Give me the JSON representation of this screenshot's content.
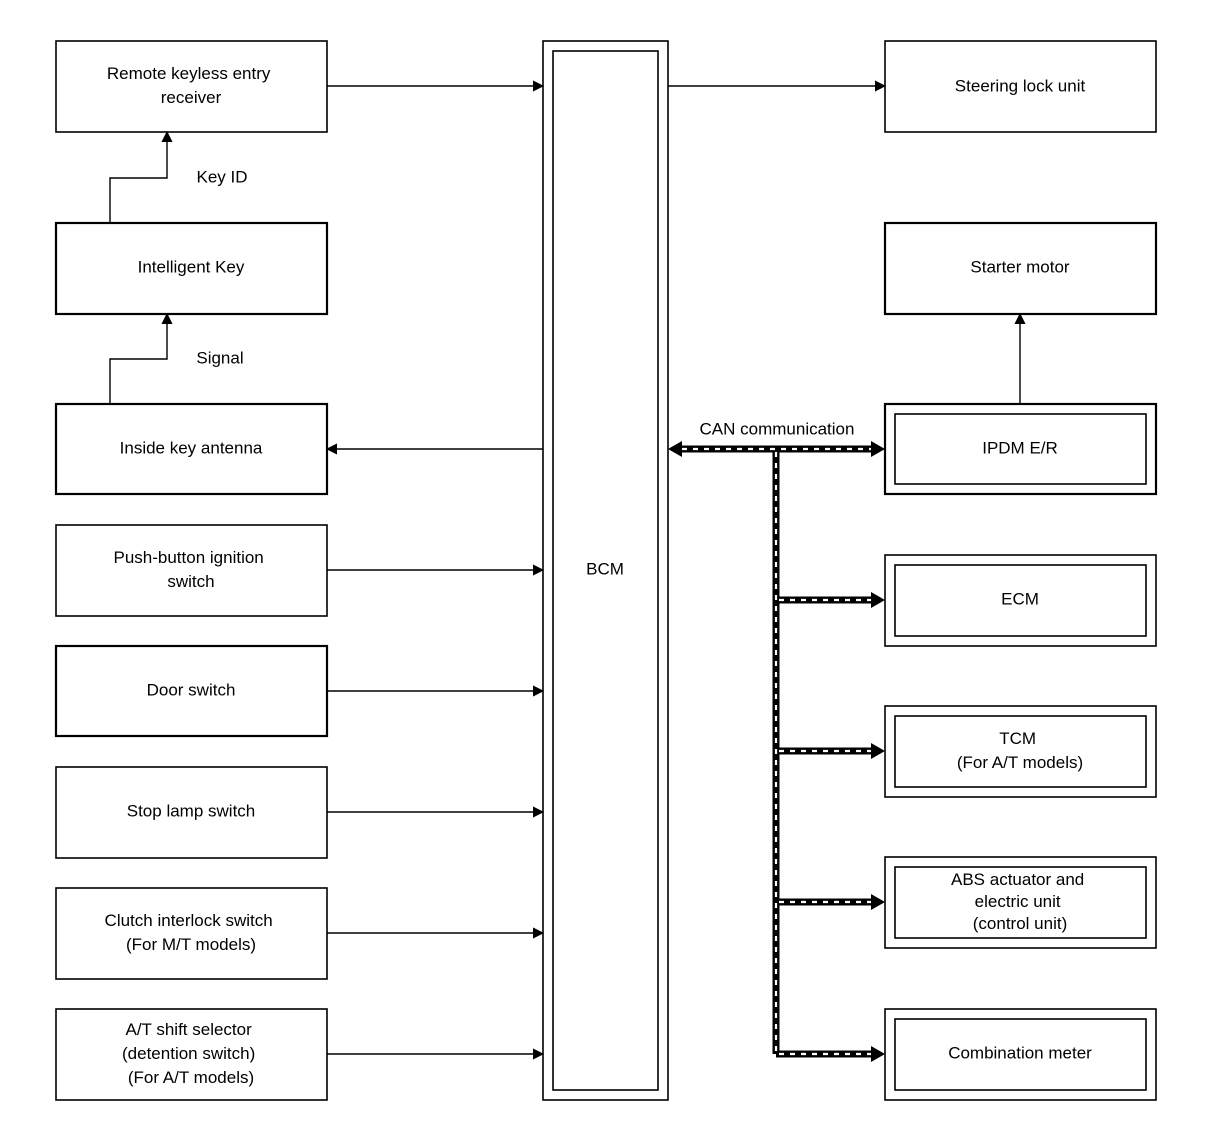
{
  "left_boxes": {
    "remote_keyless": [
      "Remote keyless entry",
      "receiver"
    ],
    "intelligent_key": [
      "Intelligent Key"
    ],
    "inside_key_antenna": [
      "Inside key antenna"
    ],
    "push_button": [
      "Push-button ignition",
      "switch"
    ],
    "door_switch": [
      "Door switch"
    ],
    "stop_lamp": [
      "Stop lamp switch"
    ],
    "clutch_interlock": [
      "Clutch interlock switch",
      "(For M/T models)"
    ],
    "at_shift": [
      "A/T shift selector",
      "(detention switch)",
      "(For A/T models)"
    ]
  },
  "center": {
    "bcm": "BCM"
  },
  "right_boxes": {
    "steering_lock": [
      "Steering lock unit"
    ],
    "starter_motor": [
      "Starter motor"
    ],
    "ipdm": [
      "IPDM E/R"
    ],
    "ecm": [
      "ECM"
    ],
    "tcm": [
      "TCM",
      "(For A/T models)"
    ],
    "abs": [
      "ABS actuator and",
      "electric unit",
      "(control unit)"
    ],
    "combination_meter": [
      "Combination meter"
    ]
  },
  "signal_labels": {
    "key_id": "Key ID",
    "signal": "Signal",
    "can": "CAN communication"
  }
}
